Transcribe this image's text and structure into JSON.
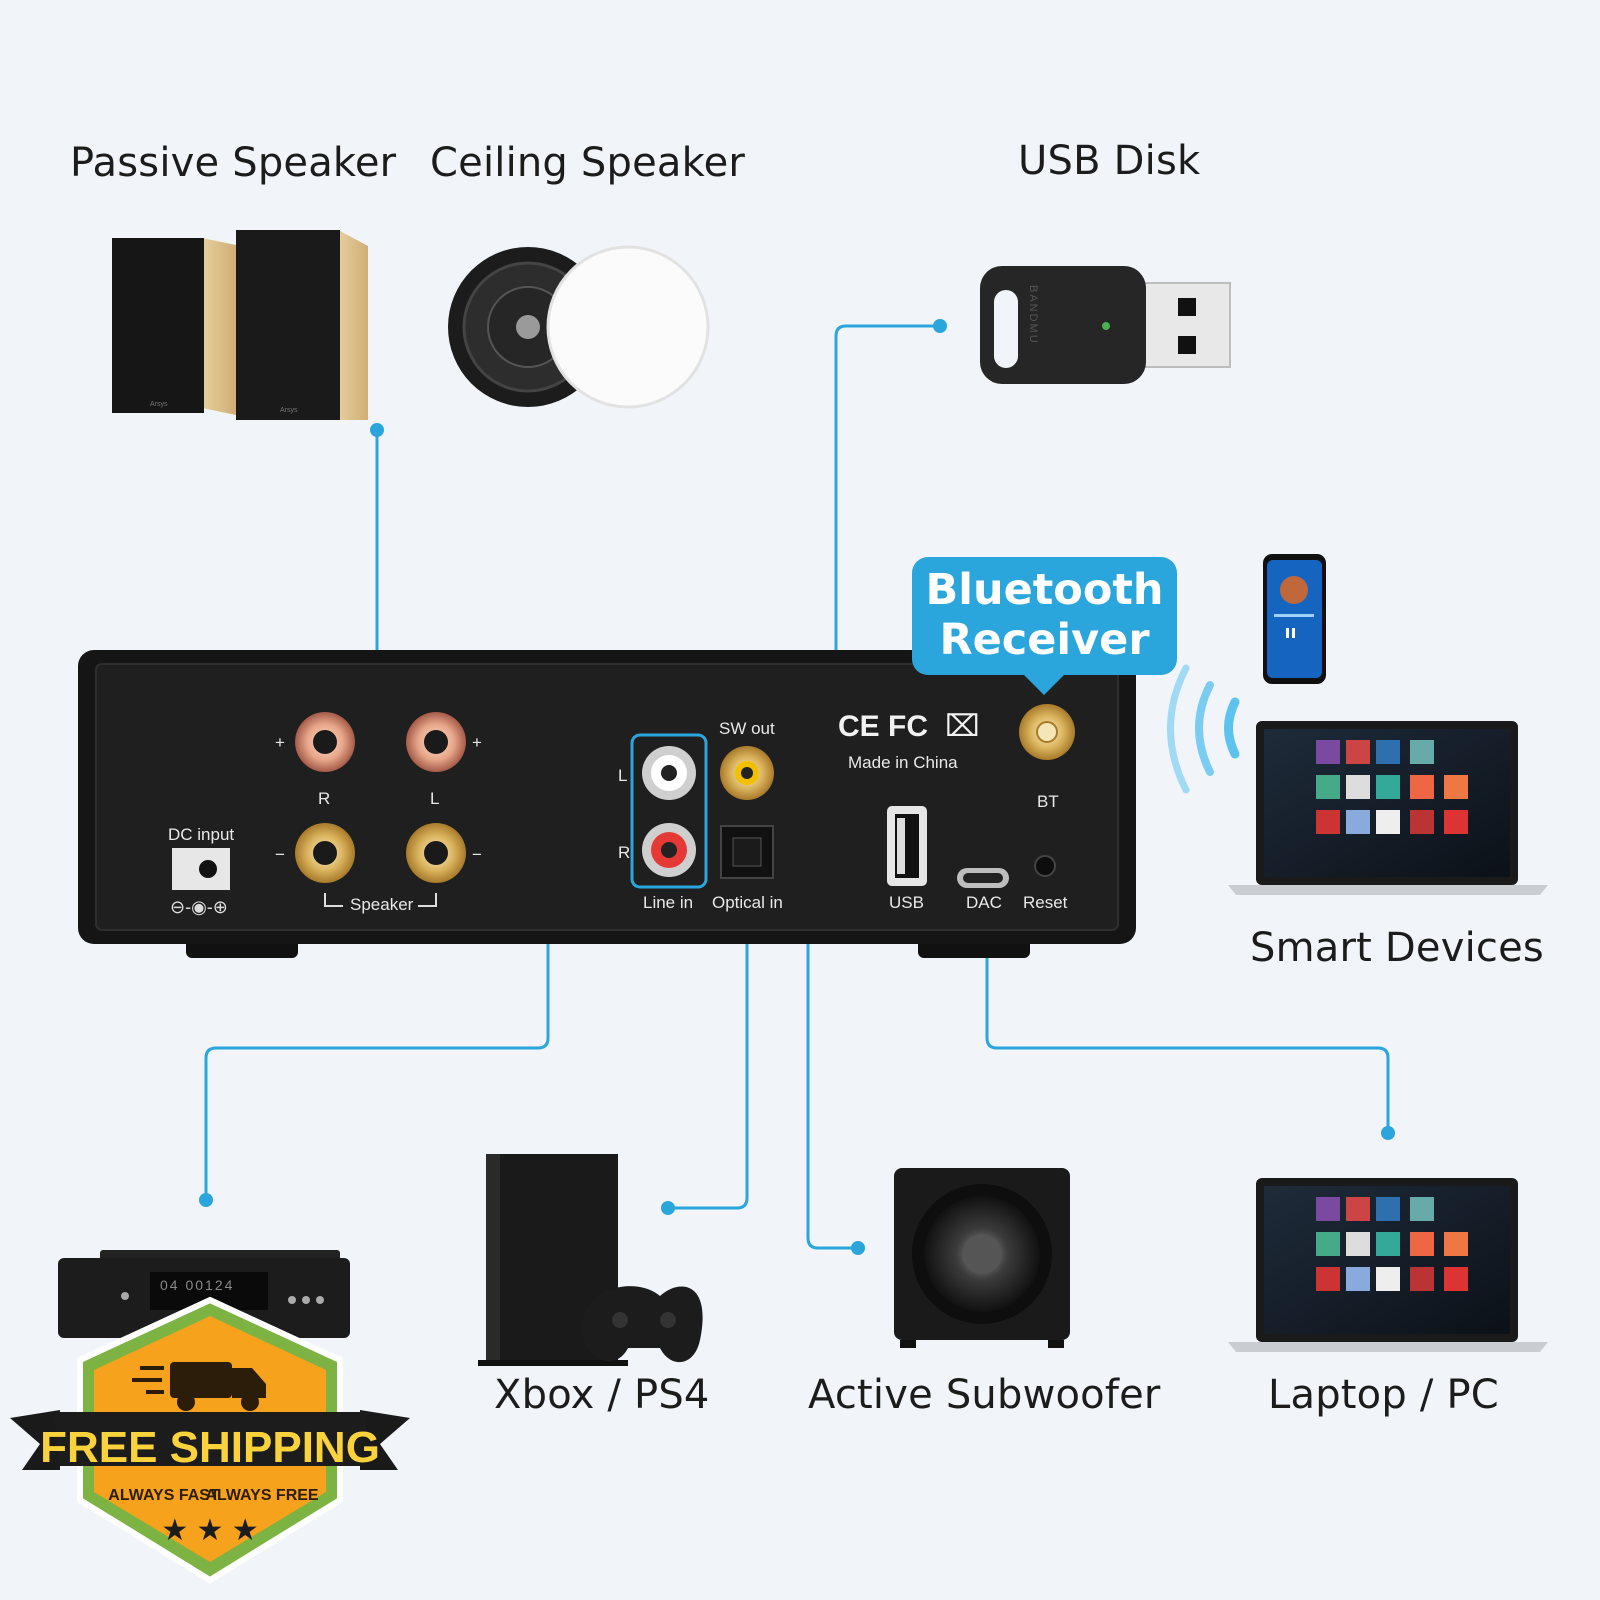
{
  "labels": {
    "passive_speaker": "Passive Speaker",
    "ceiling_speaker": "Ceiling Speaker",
    "usb_disk": "USB Disk",
    "smart_devices": "Smart Devices",
    "xbox_ps4": "Xbox / PS4",
    "active_subwoofer": "Active Subwoofer",
    "laptop_pc": "Laptop / PC"
  },
  "callout": {
    "line1": "Bluetooth",
    "line2": "Receiver"
  },
  "panel": {
    "dc_input": "DC input",
    "speaker": "Speaker",
    "r": "R",
    "l": "L",
    "plus": "+",
    "minus": "−",
    "sw_out": "SW out",
    "line_in": "Line in",
    "optical_in": "Optical in",
    "line_l": "L",
    "line_r": "R",
    "made_in": "Made in China",
    "cert": "CE FC",
    "usb": "USB",
    "dac": "DAC",
    "reset": "Reset",
    "bt": "BT"
  },
  "usb_stick_brand": "BANDMU",
  "player_display": "04 00124",
  "badge": {
    "title": "FREE SHIPPING",
    "sub_left": "ALWAYS FAST",
    "sub_right": "ALWAYS FREE"
  },
  "colors": {
    "background": "#f1f5fa",
    "connector_line": "#2aa6dc",
    "panel": "#1b1b1b",
    "badge_orange": "#f6a21c",
    "badge_green": "#7cb342"
  }
}
